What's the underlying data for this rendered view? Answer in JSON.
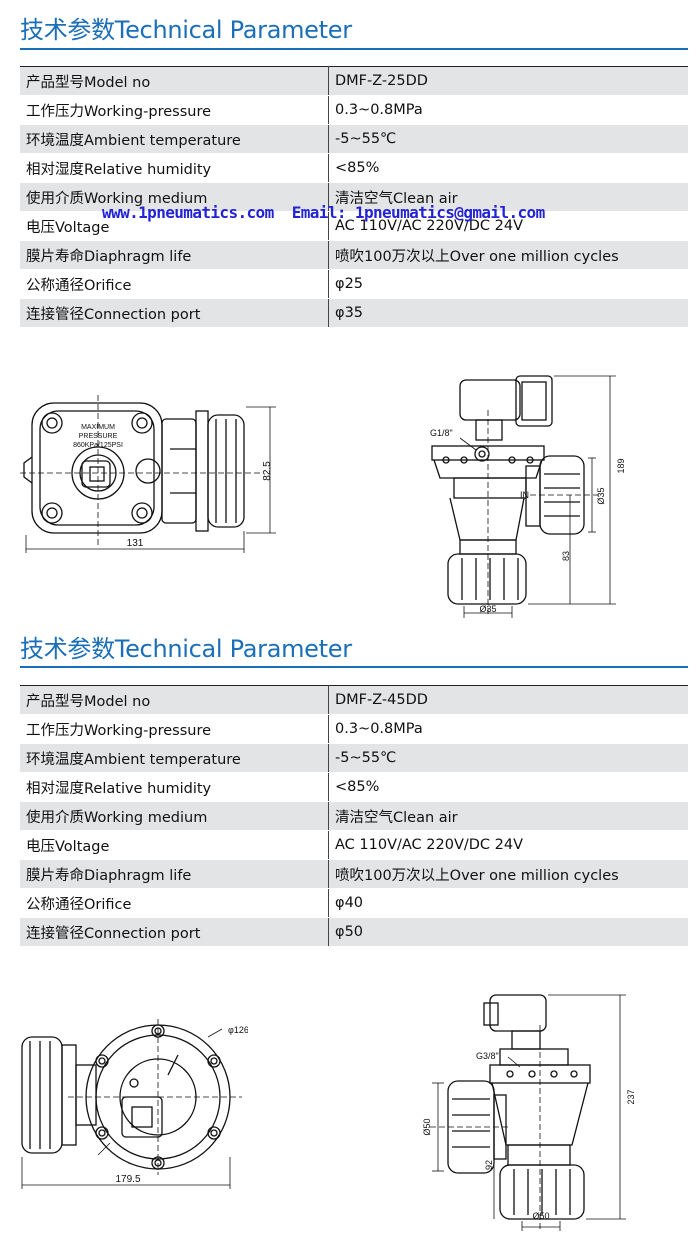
{
  "watermark": "www.1pneumatics.com  Email: 1pneumatics@gmail.com",
  "sections": [
    {
      "title": "技术参数Technical Parameter",
      "rows": [
        {
          "label": "产品型号Model no",
          "value": "DMF-Z-25DD"
        },
        {
          "label": "工作压力Working-pressure",
          "value": "0.3~0.8MPa"
        },
        {
          "label": "环境温度Ambient temperature",
          "value": "-5~55℃"
        },
        {
          "label": "相对湿度Relative humidity",
          "value": "<85%"
        },
        {
          "label": "使用介质Working medium",
          "value": "清洁空气Clean air"
        },
        {
          "label": "电压Voltage",
          "value": "AC 110V/AC 220V/DC 24V"
        },
        {
          "label": "膜片寿命Diaphragm life",
          "value": "喷吹100万次以上Over one million cycles"
        },
        {
          "label": "公称通径Orifice",
          "value": "φ25"
        },
        {
          "label": "连接管径Connection port",
          "value": "φ35"
        }
      ],
      "drawing": {
        "top_labels": [
          "MAXIMUM",
          "PRESSURE",
          "860KPa/125PSI"
        ],
        "top_width": "131",
        "top_height": "82.5",
        "side_thread": "G1/8\"",
        "side_in": "IN",
        "side_port": "Ø35",
        "side_bottom_port": "Ø35",
        "side_height_total": "189",
        "side_height_lower": "83"
      }
    },
    {
      "title": "技术参数Technical Parameter",
      "rows": [
        {
          "label": "产品型号Model no",
          "value": "DMF-Z-45DD"
        },
        {
          "label": "工作压力Working-pressure",
          "value": "0.3~0.8MPa"
        },
        {
          "label": "环境温度Ambient temperature",
          "value": "-5~55℃"
        },
        {
          "label": "相对湿度Relative humidity",
          "value": "<85%"
        },
        {
          "label": "使用介质Working medium",
          "value": "清洁空气Clean air"
        },
        {
          "label": "电压Voltage",
          "value": "AC 110V/AC 220V/DC 24V"
        },
        {
          "label": "膜片寿命Diaphragm life",
          "value": "喷吹100万次以上Over one million cycles"
        },
        {
          "label": "公称通径Orifice",
          "value": "φ40"
        },
        {
          "label": "连接管径Connection port",
          "value": "φ50"
        }
      ],
      "drawing": {
        "top_diameter": "φ126",
        "top_width": "179.5",
        "side_thread": "G3/8\"",
        "side_port": "Ø50",
        "side_bottom_port": "Ø50",
        "side_height_total": "237",
        "side_height_lower": "92"
      }
    }
  ]
}
